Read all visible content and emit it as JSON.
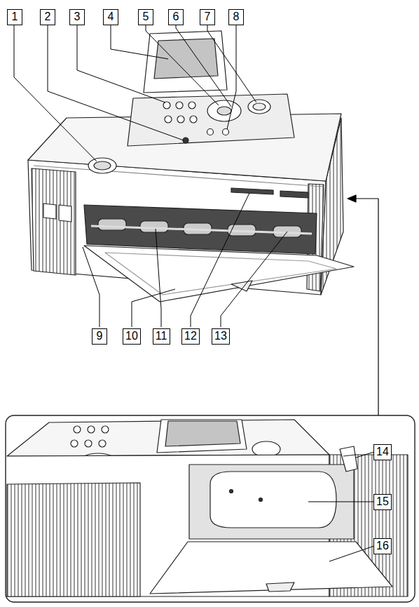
{
  "diagram": {
    "nodes": [
      {
        "text": [
          "1"
        ]
      },
      {
        "text": [
          "2"
        ]
      },
      {
        "text": [
          "3"
        ]
      },
      {
        "text": [
          "4"
        ]
      },
      {
        "text": [
          "5"
        ]
      },
      {
        "text": [
          "6"
        ]
      },
      {
        "text": [
          "7"
        ]
      },
      {
        "text": [
          "8"
        ]
      },
      {
        "text": [
          "9"
        ]
      },
      {
        "text": [
          "10"
        ]
      },
      {
        "text": [
          "11"
        ]
      },
      {
        "text": [
          "12"
        ]
      },
      {
        "text": [
          "13"
        ]
      },
      {
        "text": [
          "14"
        ]
      },
      {
        "text": [
          "15"
        ]
      },
      {
        "text": [
          "16"
        ]
      }
    ]
  }
}
